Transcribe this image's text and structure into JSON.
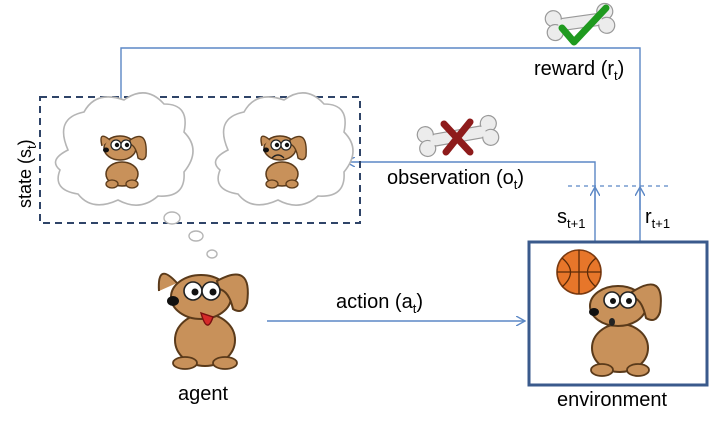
{
  "labels": {
    "reward": "reward (r",
    "reward_sub": "t",
    "reward_close": ")",
    "observation": "observation (o",
    "observation_sub": "t",
    "observation_close": ")",
    "state": "state (s",
    "state_sub": "t",
    "state_close": ")",
    "action": "action (a",
    "action_sub": "t",
    "action_close": ")",
    "s_next": "s",
    "s_next_sub": "t+1",
    "r_next": "r",
    "r_next_sub": "t+1",
    "agent": "agent",
    "environment": "environment"
  },
  "colors": {
    "arrow": "#5b87c5",
    "env_border": "#3a5a8c",
    "state_border": "#2f4468",
    "dog": "#c8915a",
    "dog_dark": "#7a4a22",
    "bone": "#ececec",
    "check": "#1f9a1f",
    "cross": "#8e1b1b",
    "ball": "#e7762a"
  },
  "icons": [
    "bone-check-icon",
    "bone-cross-icon",
    "thought-cloud-icon",
    "dog-icon",
    "basketball-icon"
  ]
}
